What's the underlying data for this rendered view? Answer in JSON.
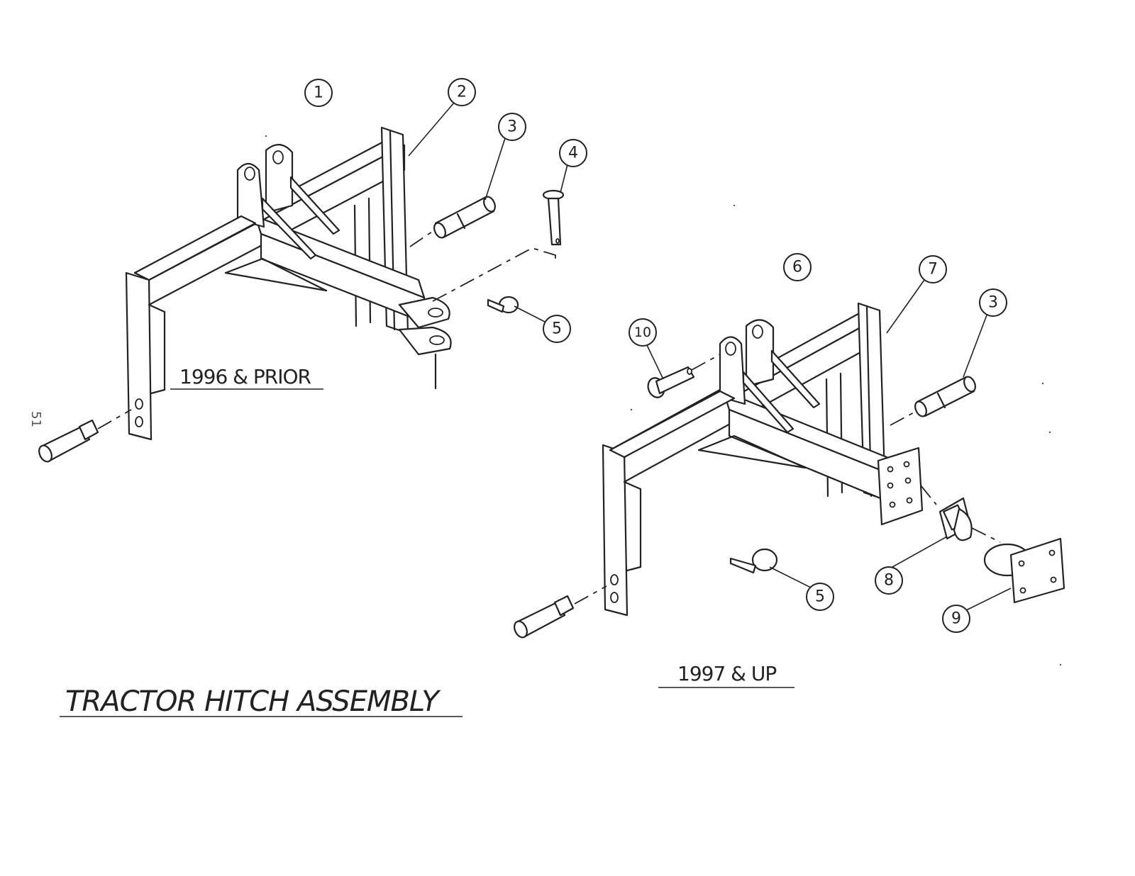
{
  "title": "TRACTOR HITCH ASSEMBLY",
  "variants": {
    "left_label": "1996 & PRIOR",
    "right_label": "1997 & UP"
  },
  "margin_mark": "51",
  "callouts_left": [
    "1",
    "2",
    "3",
    "4",
    "5"
  ],
  "callouts_right": [
    "6",
    "7",
    "3",
    "10",
    "5",
    "8",
    "9"
  ]
}
